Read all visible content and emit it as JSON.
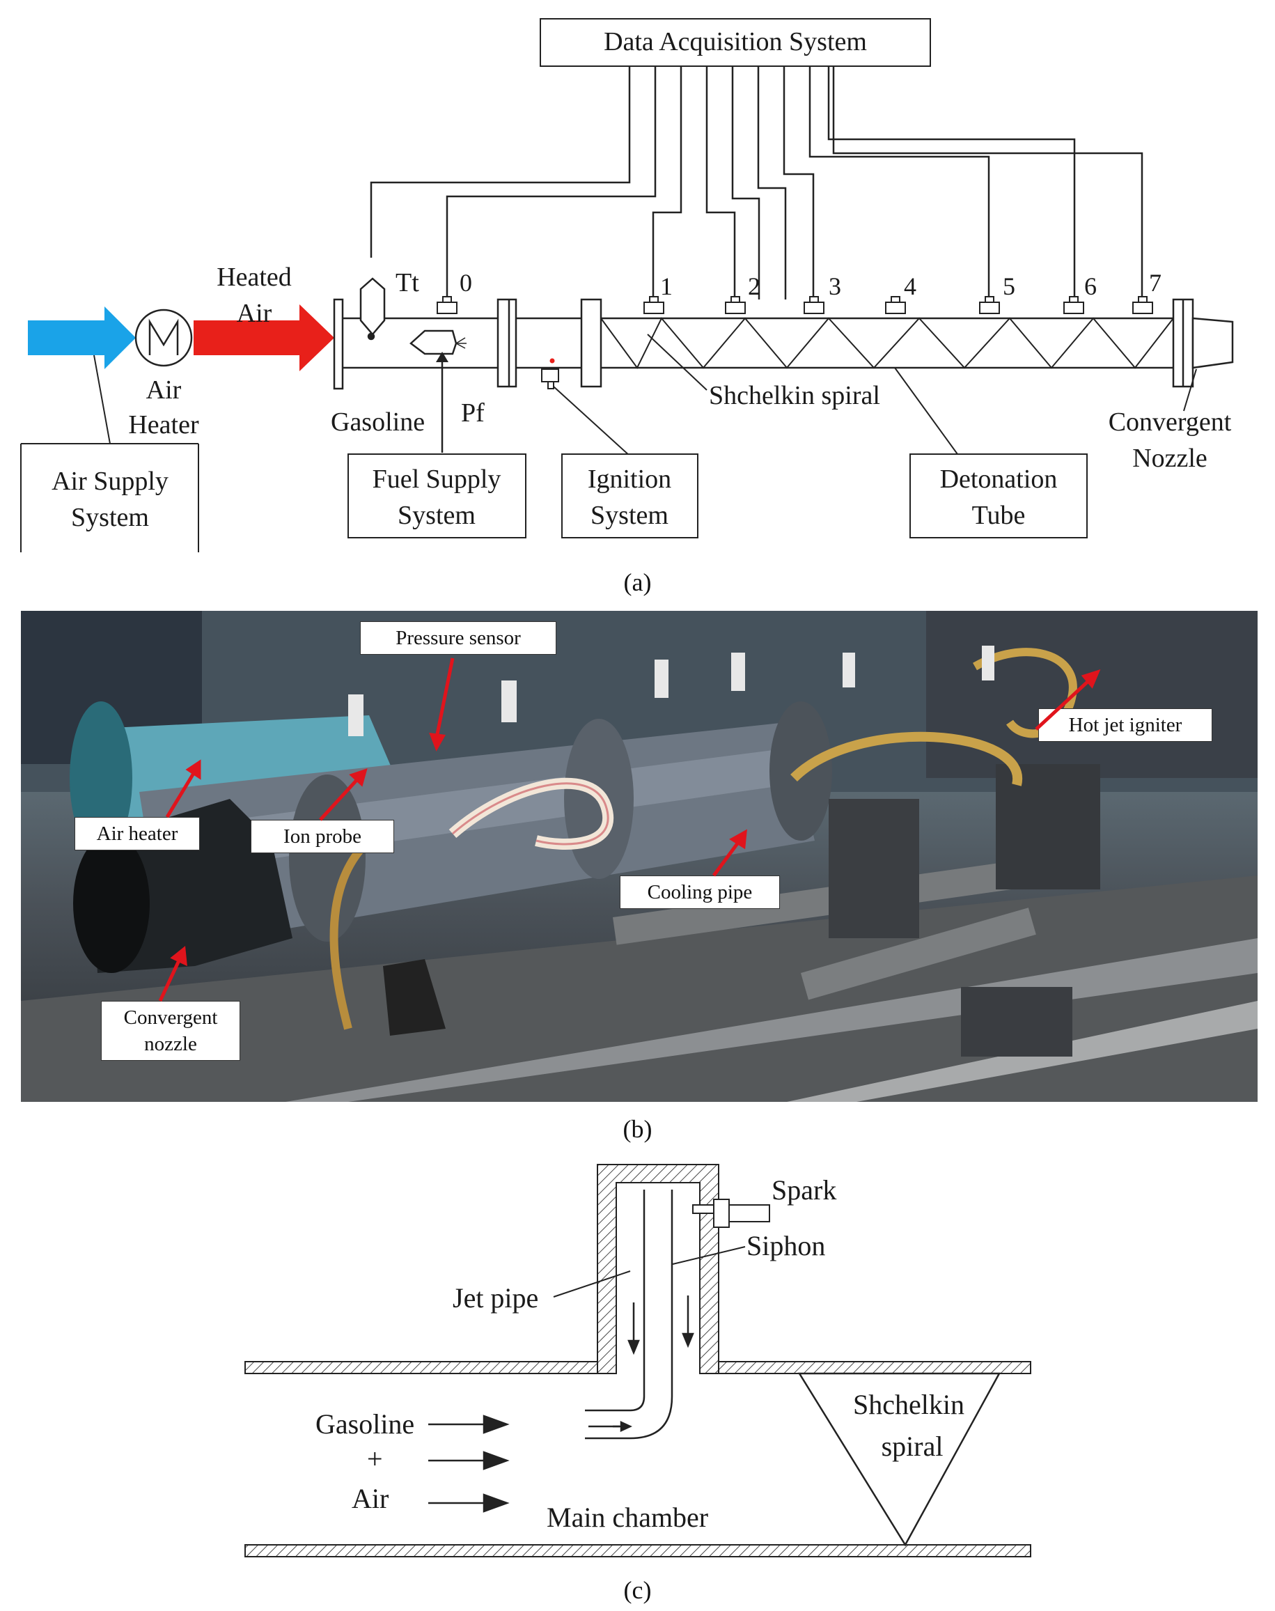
{
  "panel_a": {
    "daq_title": "Data Acquisition System",
    "heated_air_line1": "Heated",
    "heated_air_line2": "Air",
    "air_heater_line1": "Air",
    "air_heater_line2": "Heater",
    "air_supply_line1": "Air Supply",
    "air_supply_line2": "System",
    "tt_label": "Tt",
    "gasoline_label": "Gasoline",
    "pf_label": "Pf",
    "fuel_supply_line1": "Fuel Supply",
    "fuel_supply_line2": "System",
    "ignition_line1": "Ignition",
    "ignition_line2": "System",
    "spiral_label": "Shchelkin spiral",
    "detonation_line1": "Detonation",
    "detonation_line2": "Tube",
    "nozzle_line1": "Convergent",
    "nozzle_line2": "Nozzle",
    "sensor_numbers": [
      "0",
      "1",
      "2",
      "3",
      "4",
      "5",
      "6",
      "7"
    ],
    "caption": "(a)"
  },
  "panel_b": {
    "labels": {
      "pressure_sensor": "Pressure sensor",
      "hot_jet_igniter": "Hot jet igniter",
      "air_heater": "Air heater",
      "ion_probe": "Ion probe",
      "cooling_pipe": "Cooling pipe",
      "convergent_nozzle_line1": "Convergent",
      "convergent_nozzle_line2": "nozzle"
    },
    "caption": "(b)"
  },
  "panel_c": {
    "spark": "Spark",
    "siphon": "Siphon",
    "jet_pipe": "Jet pipe",
    "gasoline": "Gasoline",
    "plus": "+",
    "air": "Air",
    "main_chamber": "Main chamber",
    "spiral_line1": "Shchelkin",
    "spiral_line2": "spiral",
    "caption": "(c)"
  },
  "colors": {
    "cold_air_arrow": "#1aa3e8",
    "heated_air_arrow": "#e8201a",
    "ignition_dot": "#e8201a",
    "photo_arrow": "#e0141c"
  }
}
